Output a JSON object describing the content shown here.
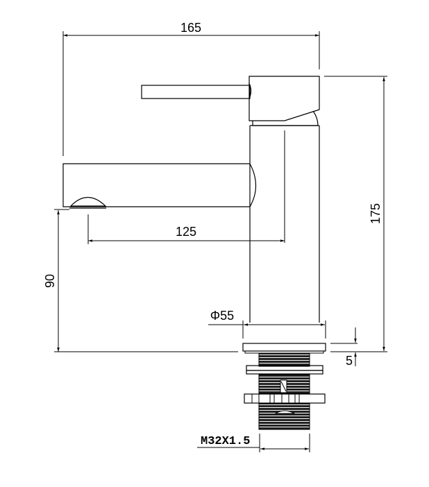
{
  "drawing": {
    "subject": "Basin mixer faucet technical drawing",
    "background": "#ffffff",
    "line_color": "#000000",
    "dimensions": {
      "overall_width": "165",
      "spout_reach": "125",
      "overall_height": "175",
      "spout_height": "90",
      "base_diameter": "Φ55",
      "base_thickness": "5",
      "thread_spec": "M32X1.5"
    }
  }
}
